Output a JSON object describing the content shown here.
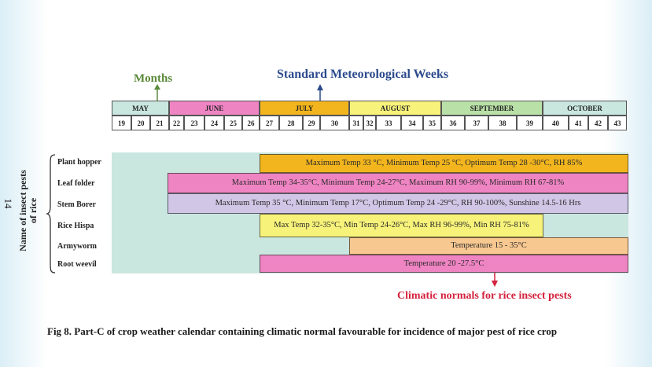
{
  "labels": {
    "months": "Months",
    "smw": "Standard Meteorological Weeks",
    "climatic": "Climatic normals for rice insect pests",
    "caption": "Fig 8. Part-C of crop weather calendar containing climatic normal favourable for incidence of major pest of rice crop",
    "y_title_line1": "Name of insect pests",
    "y_title_line2": "of rice",
    "page_number": "14"
  },
  "months": [
    {
      "name": "MAY",
      "color": "#c9e6df"
    },
    {
      "name": "JUNE",
      "color": "#ef84c3"
    },
    {
      "name": "JULY",
      "color": "#f2b51d"
    },
    {
      "name": "AUGUST",
      "color": "#f7f27a"
    },
    {
      "name": "SEPTEMBER",
      "color": "#b9e0a7"
    },
    {
      "name": "OCTOBER",
      "color": "#c9e6df"
    }
  ],
  "weeks": [
    "19",
    "20",
    "21",
    "22",
    "23",
    "24",
    "25",
    "26",
    "27",
    "28",
    "29",
    "30",
    "31",
    "32",
    "33",
    "34",
    "35",
    "36",
    "37",
    "38",
    "39",
    "40",
    "41",
    "42",
    "43"
  ],
  "pests": [
    {
      "name": "Plant hopper",
      "text": "Maximum Temp 33 °C, Minimum Temp 25 °C, Optimum Temp 28 -30°C,  RH 85%",
      "color": "#f2b51d"
    },
    {
      "name": "Leaf folder",
      "text": "Maximum Temp 34-35°C, Minimum Temp 24-27°C, Maximum RH 90-99%, Minimum RH 67-81%",
      "color": "#ef84c3"
    },
    {
      "name": "Stem Borer",
      "text": "Maximum Temp 35 °C, Minimum Temp 17°C, Optimum Temp 24 -29°C, RH 90-100%, Sunshine  14.5-16 Hrs",
      "color": "#d2c6e6"
    },
    {
      "name": "Rice Hispa",
      "text": "Max Temp 32-35°C, Min Temp 24-26°C, Max RH 96-99%, Min RH 75-81%",
      "color": "#f7f27a"
    },
    {
      "name": "Armyworm",
      "text": "Temperature 15 - 35°C",
      "color": "#f8c891"
    },
    {
      "name": "Root weevil",
      "text": "Temperature 20 -27.5°C",
      "color": "#ef84c3"
    }
  ],
  "colors": {
    "background_fill": "#c9e6df",
    "months_arrow": "#5b8a3a",
    "smw_arrow": "#2b4a8c",
    "climatic_arrow": "#d4213d"
  }
}
